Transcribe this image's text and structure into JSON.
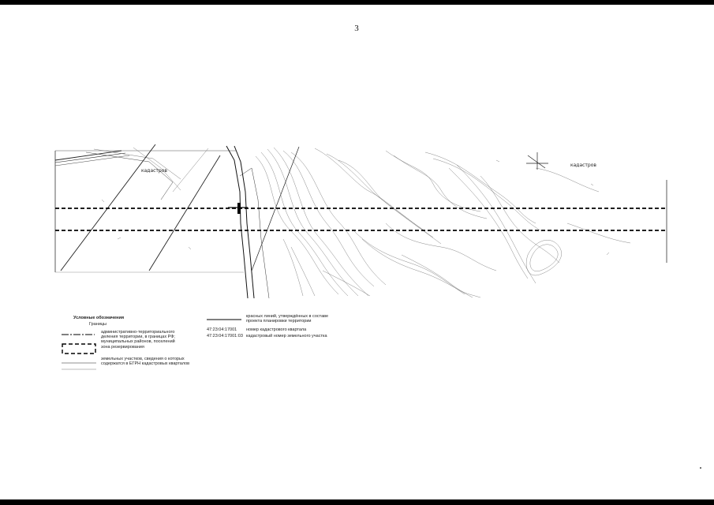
{
  "page": {
    "number": "3"
  },
  "map": {
    "label_left": "кадастров",
    "label_right": "кадастров"
  },
  "legend": {
    "title": "Условные обозначения",
    "subtitle": "Границы",
    "item_admin_line1": "административно-территориального",
    "item_admin_line2": "деления территории, в границах РФ;",
    "item_admin_line3": "муниципальных районов, поселений",
    "item_reserve": "зона резервирования",
    "item_parcel_line1": "земельных участков, сведения о которых",
    "item_parcel_line2": "содержатся в ЕГРН кадастровых кварталов",
    "item_red_line1": "красных линий, утверждённых в составе",
    "item_red_line2": "проекта планировки территории",
    "item_quarter_code": "47:23:04:17001",
    "item_quarter_label": "номер кадастрового квартала",
    "item_parcel_code": "47:23:04:17001:03",
    "item_parcel_label": "кадастровый номер земельного участка"
  }
}
